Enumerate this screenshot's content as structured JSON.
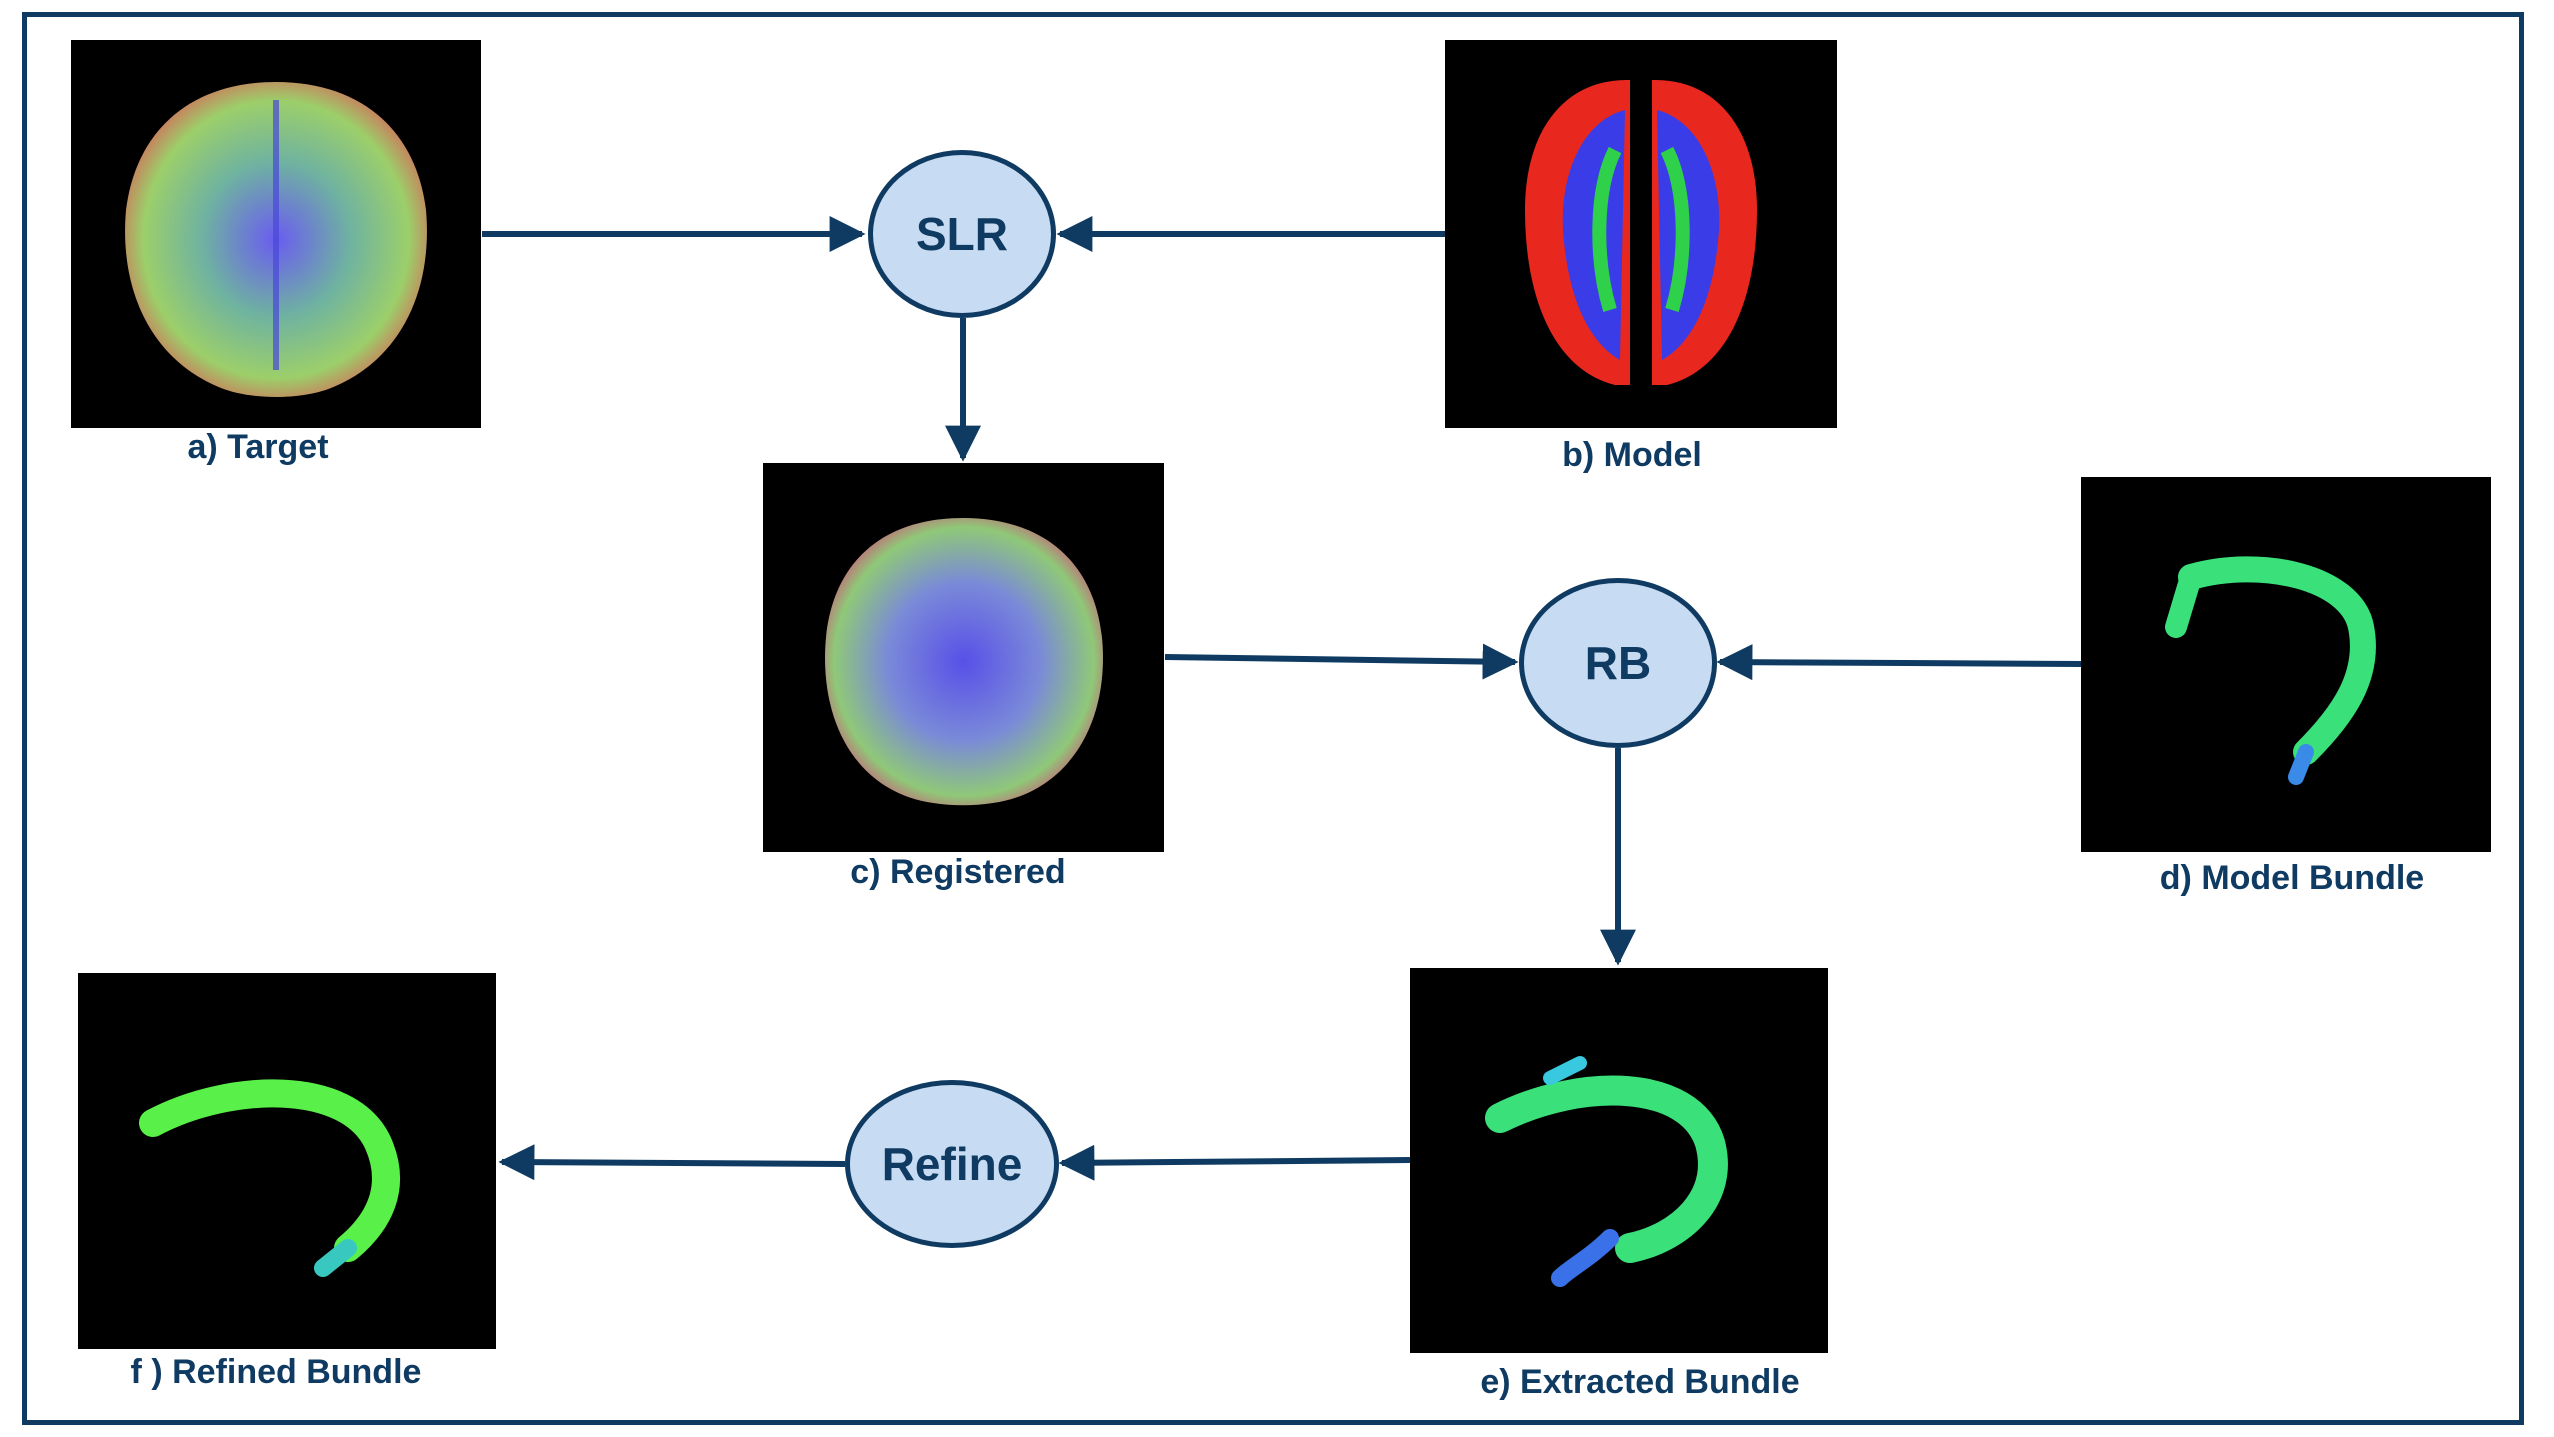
{
  "colors": {
    "frame": "#0f3b62",
    "node_fill": "#c7dbf3",
    "arrow": "#0f3b62",
    "panel_bg": "#000000"
  },
  "nodes": {
    "slr": "SLR",
    "rb": "RB",
    "refine": "Refine"
  },
  "captions": {
    "target": "a) Target",
    "model": "b) Model",
    "registered": "c) Registered",
    "model_bundle": "d) Model Bundle",
    "extracted_bundle": "e) Extracted Bundle",
    "refined_bundle": "f ) Refined Bundle"
  },
  "images": {
    "target": "whole-brain tractogram, axial view",
    "model": "atlas tractogram, axial view",
    "registered": "registered whole-brain tractogram",
    "model_bundle": "model fiber bundle",
    "extracted_bundle": "extracted fiber bundle",
    "refined_bundle": "refined fiber bundle"
  }
}
